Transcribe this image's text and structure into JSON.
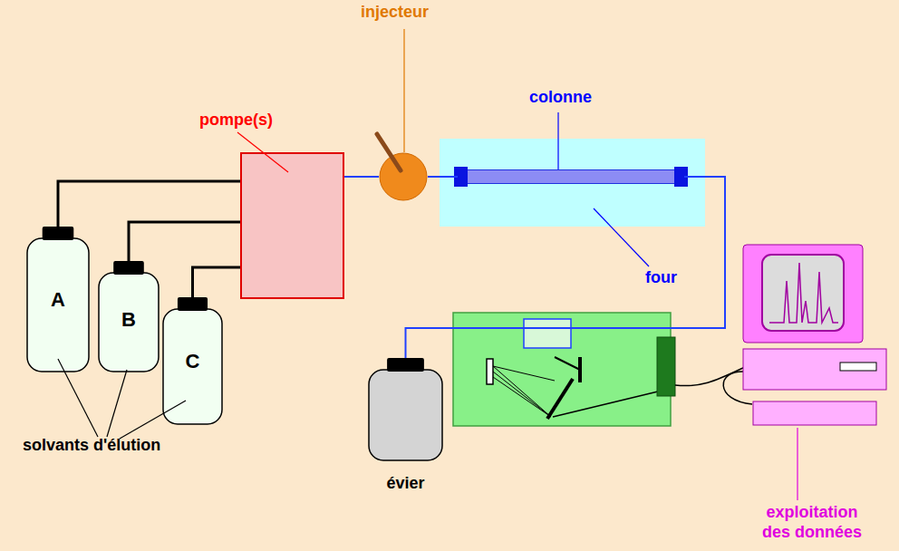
{
  "diagram": {
    "nodes": [
      {
        "text": [
          "A"
        ]
      },
      {
        "text": [
          "B"
        ]
      },
      {
        "text": [
          "C"
        ]
      },
      {
        "text": [
          "pompe(s)"
        ]
      },
      {
        "text": [
          "injecteur"
        ]
      },
      {
        "text": [
          "four"
        ]
      },
      {
        "text": [
          "colonne"
        ],
        "in": 5
      },
      {
        "text": [
          "évier"
        ]
      },
      {
        "text": [
          "exploitation des données"
        ]
      }
    ],
    "edges": [
      {
        "from": 0,
        "to": 3,
        "arrow": "none"
      },
      {
        "from": 1,
        "to": 3,
        "arrow": "none"
      },
      {
        "from": 2,
        "to": 3,
        "arrow": "none"
      },
      {
        "from": 3,
        "to": 4,
        "arrow": "none"
      },
      {
        "from": 4,
        "to": 6,
        "arrow": "none"
      },
      {
        "from": 6,
        "to": 7,
        "arrow": "none"
      }
    ],
    "labels": [
      "solvants d'élution"
    ]
  }
}
